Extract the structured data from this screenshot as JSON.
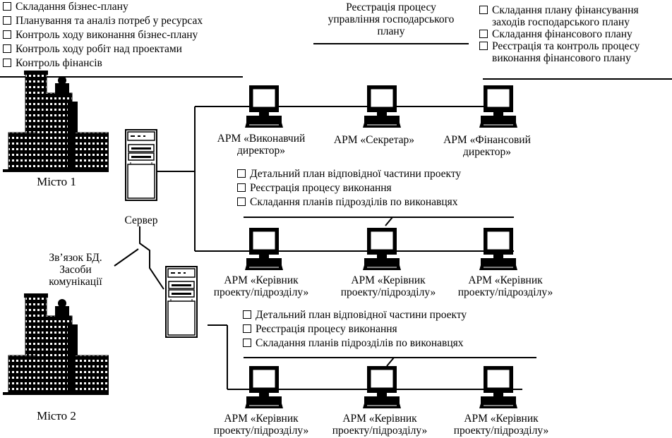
{
  "top_left_list": [
    "Складання бізнес-плану",
    "Планування та аналіз потреб у ресурсах",
    "Контроль ходу виконання бізнес-плану",
    "Контроль ходу робіт над проектами",
    "Контроль фінансів"
  ],
  "top_center_note": [
    "Реєстрація процесу",
    "управління господарського",
    "плану"
  ],
  "top_right_list": [
    [
      "Складання плану фінансування",
      "заходів господарського плану"
    ],
    [
      "Складання фінансового плану"
    ],
    [
      "Реєстрація та контроль процесу",
      "виконання фінансового плану"
    ]
  ],
  "arm_top": [
    [
      "АРМ «Виконавчий",
      "директор»"
    ],
    [
      "АРМ «Секретар»"
    ],
    [
      "АРМ «Фінансовий",
      "директор»"
    ]
  ],
  "middle_list": [
    "Детальний план відповідної частини проекту",
    "Реєстрація процесу виконання",
    "Складання планів підрозділів по виконавцях"
  ],
  "arm_middle": [
    [
      "АРМ «Керівник",
      "проекту/підрозділу»"
    ],
    [
      "АРМ «Керівник",
      "проекту/підрозділу»"
    ],
    [
      "АРМ «Керівник",
      "проекту/підрозділу»"
    ]
  ],
  "bottom_list": [
    "Детальний план відповідної частини проекту",
    "Реєстрація процесу виконання",
    "Складання планів підрозділів по виконавцях"
  ],
  "arm_bottom": [
    [
      "АРМ «Керівник",
      "проекту/підрозділу»"
    ],
    [
      "АРМ «Керівник",
      "проекту/підрозділу»"
    ],
    [
      "АРМ «Керівник",
      "проекту/підрозділу»"
    ]
  ],
  "server_label": "Сервер",
  "comm_label": [
    "Зв’язок БД.",
    "Засоби",
    "комунікації"
  ],
  "city1_label": "Місто 1",
  "city2_label": "Місто 2",
  "icons": [
    "computer-icon",
    "server-icon",
    "city-buildings-icon"
  ]
}
